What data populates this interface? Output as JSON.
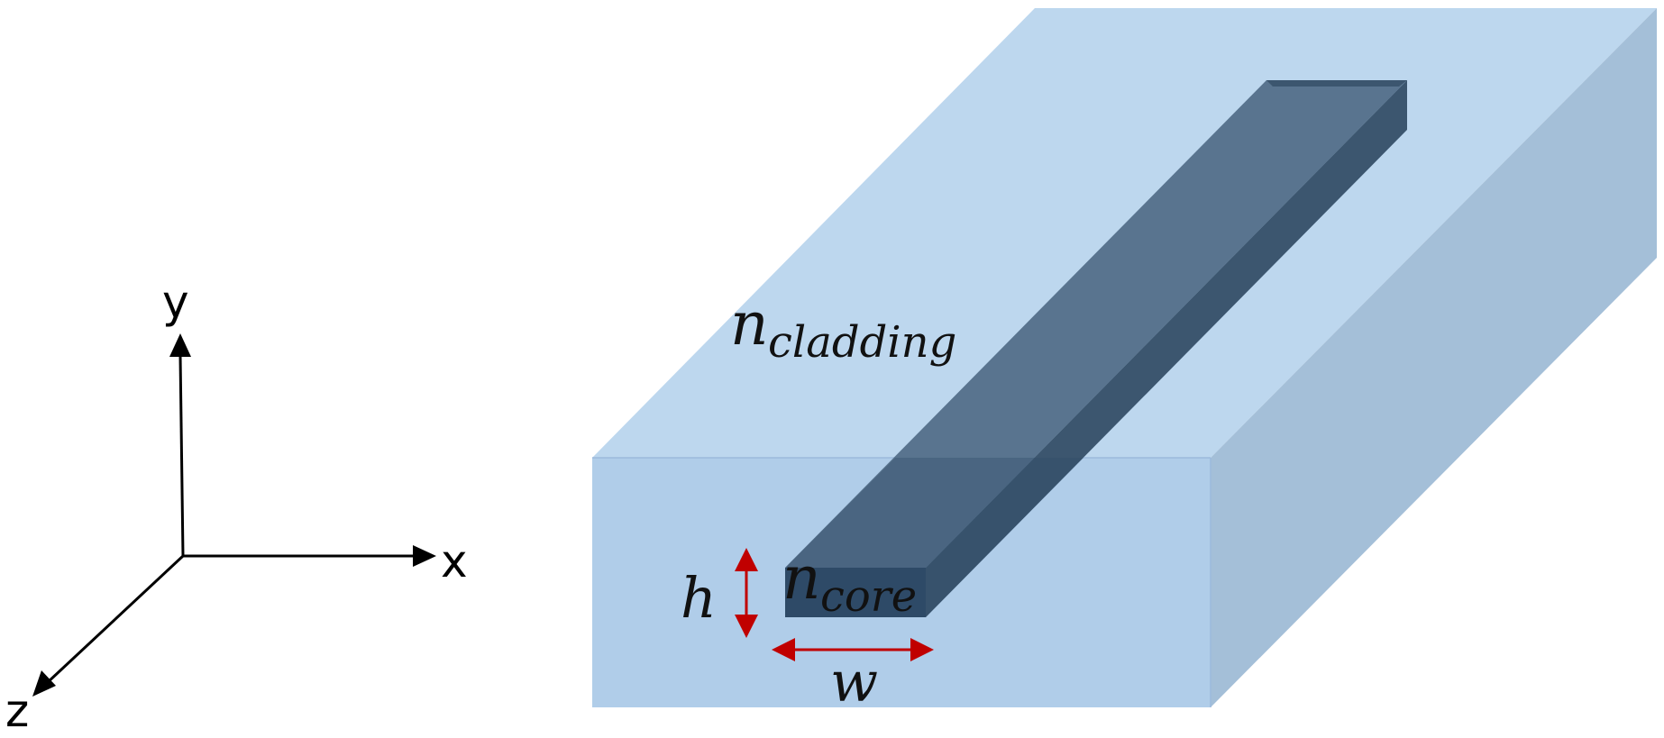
{
  "axes": {
    "x_label": "x",
    "y_label": "y",
    "z_label": "z"
  },
  "labels": {
    "cladding_symbol": "n",
    "cladding_subscript": "cladding",
    "core_symbol": "n",
    "core_subscript": "core",
    "height_label": "h",
    "width_label": "w"
  },
  "colors": {
    "cladding_top": "#bdd7ee",
    "cladding_front": "#b0cde9",
    "cladding_side": "#a4bfd8",
    "core_top": "#56718b",
    "core_side": "#3c566f",
    "core_front": "#2e4a68",
    "dimension_arrow": "#c00000",
    "axis": "#000000"
  }
}
